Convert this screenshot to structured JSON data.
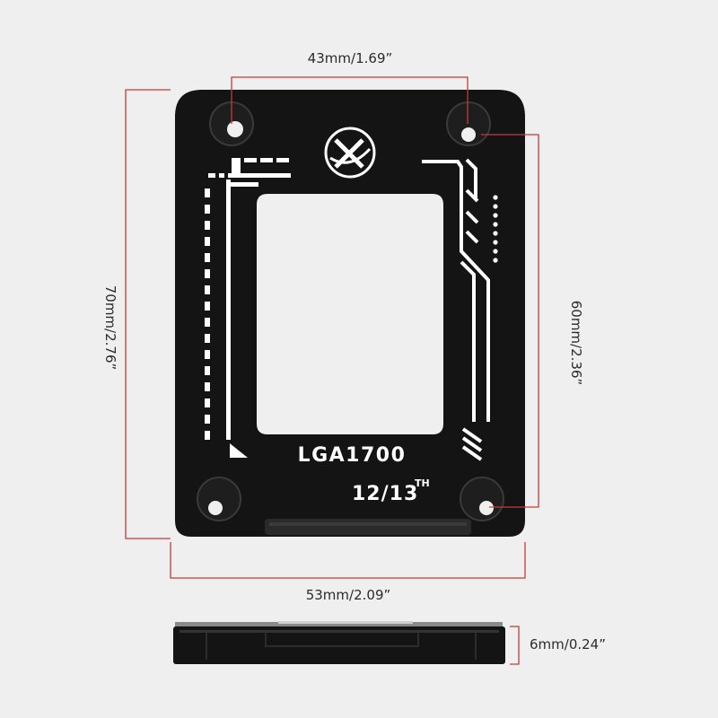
{
  "colors": {
    "background": "#efefef",
    "plate": "#121212",
    "plate_edge": "#2a2a2a",
    "dimension_line": "#c43a3a",
    "print": "#ffffff"
  },
  "dimensions": {
    "hole_spacing": "43mm/1.69”",
    "height": "70mm/2.76”",
    "hole_spacing_vertical": "60mm/2.36”",
    "width": "53mm/2.09”",
    "thickness": "6mm/0.24”"
  },
  "plate": {
    "model": "LGA1700",
    "generation": "12/13",
    "generation_suffix": "TH",
    "logo_icon": "brand-logo-icon"
  }
}
